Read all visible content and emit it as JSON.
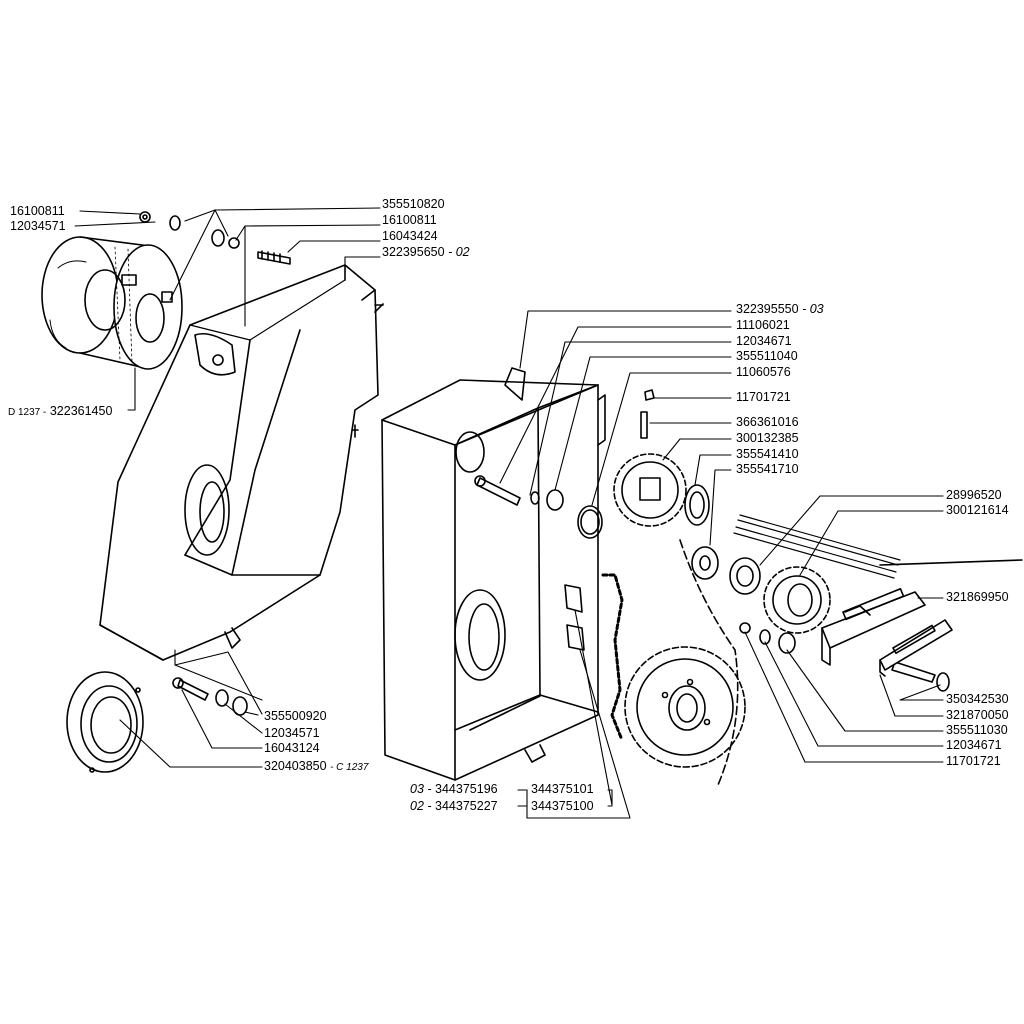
{
  "labels": {
    "l_16100811_top": {
      "code": "16100811"
    },
    "l_12034571_top": {
      "code": "12034571"
    },
    "l_355510820": {
      "code": "355510820"
    },
    "l_16100811_b": {
      "code": "16100811"
    },
    "l_16043424": {
      "code": "16043424"
    },
    "l_322395650": {
      "code": "322395650",
      "suffix": "- 02"
    },
    "l_322361450": {
      "prefix": "D 1237 -",
      "code": "322361450"
    },
    "l_322395550": {
      "code": "322395550",
      "suffix": "- 03"
    },
    "l_11106021": {
      "code": "11106021"
    },
    "l_12034671_a": {
      "code": "12034671"
    },
    "l_355511040": {
      "code": "355511040"
    },
    "l_11060576": {
      "code": "11060576"
    },
    "l_11701721_a": {
      "code": "11701721"
    },
    "l_366361016": {
      "code": "366361016"
    },
    "l_300132385": {
      "code": "300132385"
    },
    "l_355541410": {
      "code": "355541410"
    },
    "l_355541710": {
      "code": "355541710"
    },
    "l_28996520": {
      "code": "28996520"
    },
    "l_300121614": {
      "code": "300121614"
    },
    "l_321869950": {
      "code": "321869950"
    },
    "l_350342530": {
      "code": "350342530"
    },
    "l_321870050": {
      "code": "321870050"
    },
    "l_355511030": {
      "code": "355511030"
    },
    "l_12034671_b": {
      "code": "12034671"
    },
    "l_11701721_b": {
      "code": "11701721"
    },
    "l_355500920": {
      "code": "355500920"
    },
    "l_12034571_b": {
      "code": "12034571"
    },
    "l_16043124": {
      "code": "16043124"
    },
    "l_320403850": {
      "code": "320403850",
      "suffix": "- C 1237"
    },
    "l_344375196": {
      "prefix": "03 -",
      "code": "344375196"
    },
    "l_344375101": {
      "code": "344375101"
    },
    "l_344375227": {
      "prefix": "02 -",
      "code": "344375227"
    },
    "l_344375100": {
      "code": "344375100"
    }
  },
  "colors": {
    "ink": "#000000",
    "paper": "#ffffff"
  }
}
